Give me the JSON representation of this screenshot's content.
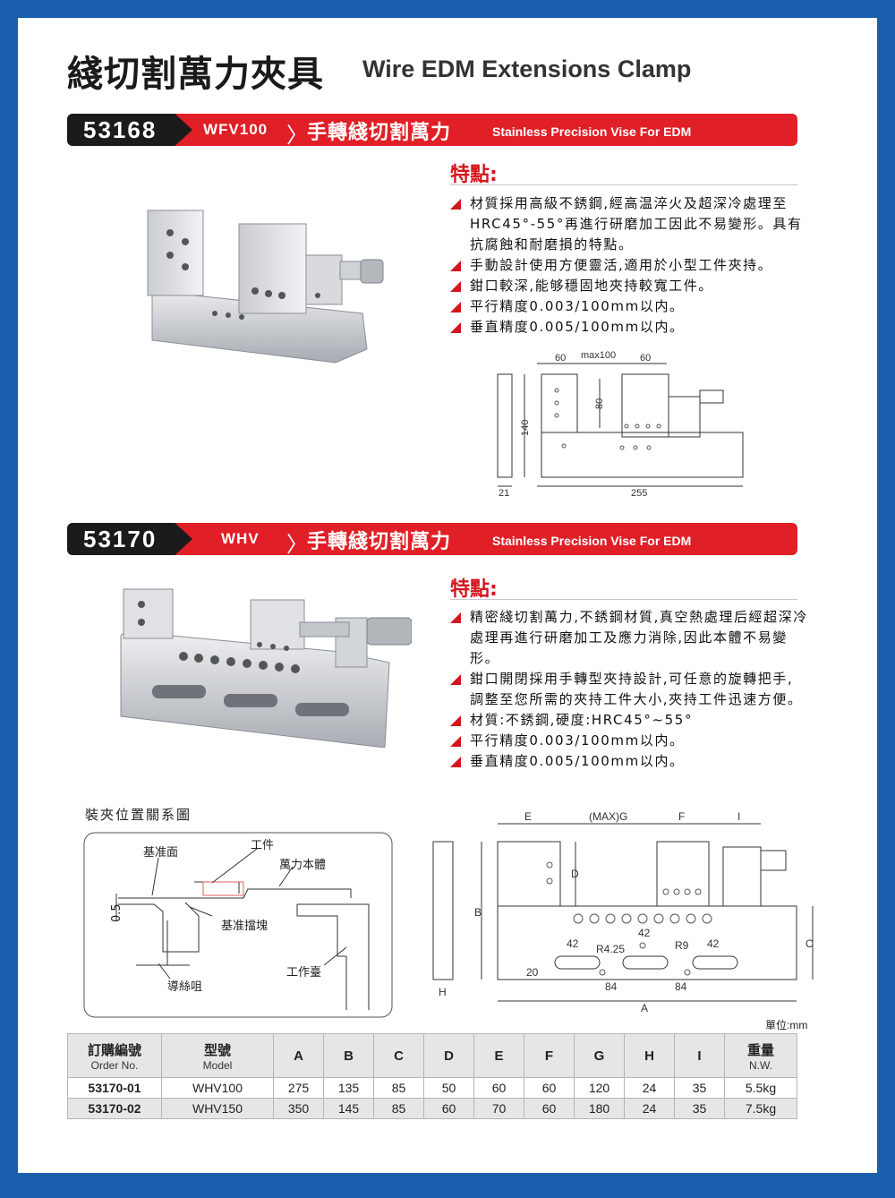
{
  "title": {
    "cn": "綫切割萬力夾具",
    "en": "Wire EDM Extensions Clamp"
  },
  "products": [
    {
      "code": "53168",
      "model": "WFV100",
      "name_cn": "手轉綫切割萬力",
      "name_en": "Stainless Precision Vise For EDM",
      "features_title": "特點:",
      "features": [
        "材質採用高級不銹鋼,經高温淬火及超深冷處理至HRC45°-55°再進行研磨加工因此不易變形。具有抗腐蝕和耐磨損的特點。",
        "手動設計使用方便靈活,適用於小型工件夾持。",
        "鉗口較深,能够穩固地夾持較寬工件。",
        "平行精度0.003/100mm以内。",
        "垂直精度0.005/100mm以内。"
      ],
      "drawing_dims": {
        "d1": "60",
        "d2": "max100",
        "d3": "60",
        "d4": "80",
        "d5": "140",
        "d6": "21",
        "d7": "255"
      }
    },
    {
      "code": "53170",
      "model": "WHV",
      "name_cn": "手轉綫切割萬力",
      "name_en": "Stainless Precision Vise For EDM",
      "features_title": "特點:",
      "features": [
        "精密綫切割萬力,不銹鋼材質,真空熱處理后經超深冷處理再進行研磨加工及應力消除,因此本體不易變形。",
        "鉗口開閉採用手轉型夾持設計,可任意的旋轉把手, 調整至您所需的夾持工件大小,夾持工件迅速方便。",
        "材質:不銹鋼,硬度:HRC45°~55°",
        "平行精度0.003/100mm以内。",
        "垂直精度0.005/100mm以内。"
      ]
    }
  ],
  "relation": {
    "title": "裝夾位置關系圖",
    "labels": {
      "ref_face": "基准面",
      "workpiece": "工件",
      "vise_body": "萬力本體",
      "gap": "0.5",
      "ref_block": "基准擋塊",
      "wire": "導絲咀",
      "table": "工作臺"
    }
  },
  "whv_dims": {
    "E": "E",
    "G": "(MAX)G",
    "F": "F",
    "I": "I",
    "D": "D",
    "B": "B",
    "C": "C",
    "H": "H",
    "A": "A",
    "n42a": "42",
    "n42b": "42",
    "n42c": "42",
    "r425": "R4.25",
    "r9": "R9",
    "n20": "20",
    "n84a": "84",
    "n84b": "84"
  },
  "unit": "單位:mm",
  "table": {
    "headers": [
      {
        "cn": "訂購編號",
        "en": "Order No."
      },
      {
        "cn": "型號",
        "en": "Model"
      },
      {
        "cn": "A"
      },
      {
        "cn": "B"
      },
      {
        "cn": "C"
      },
      {
        "cn": "D"
      },
      {
        "cn": "E"
      },
      {
        "cn": "F"
      },
      {
        "cn": "G"
      },
      {
        "cn": "H"
      },
      {
        "cn": "I"
      },
      {
        "cn": "重量",
        "en": "N.W."
      }
    ],
    "rows": [
      [
        "53170-01",
        "WHV100",
        "275",
        "135",
        "85",
        "50",
        "60",
        "60",
        "120",
        "24",
        "35",
        "5.5kg"
      ],
      [
        "53170-02",
        "WHV150",
        "350",
        "145",
        "85",
        "60",
        "70",
        "60",
        "180",
        "24",
        "35",
        "7.5kg"
      ]
    ]
  }
}
